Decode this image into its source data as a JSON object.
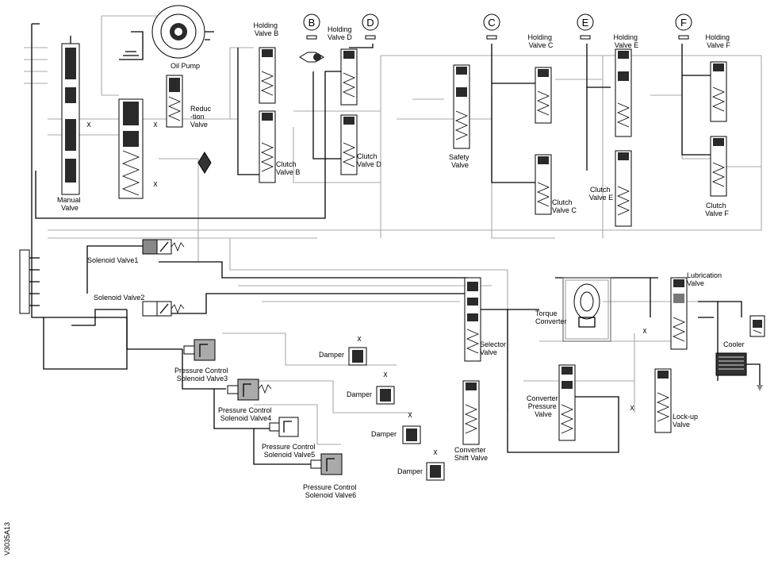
{
  "labels": {
    "oil_pump": "Oil Pump",
    "reduction_valve": "Reduc\n-tion\nValve",
    "manual_valve": "Manual\nValve",
    "holding_valve_b": "Holding\nValve B",
    "holding_valve_d": "Holding\nValve D",
    "clutch_valve_b": "Clutch\nValve B",
    "clutch_valve_d": "Clutch\nValve D",
    "safety_valve": "Safety\nValve",
    "holding_valve_c": "Holding\nValve C",
    "holding_valve_e": "Holding\nValve E",
    "holding_valve_f": "Holding\nValve F",
    "clutch_valve_c": "Clutch\nValve C",
    "clutch_valve_e": "Clutch\nValve E",
    "clutch_valve_f": "Clutch\nValve F",
    "solenoid_valve_1": "Solenoid Valve1",
    "solenoid_valve_2": "Solenoid Valve2",
    "selector_valve": "Selector\nValve",
    "torque_converter": "Torque\nConverter",
    "lubrication_valve": "Lubrication\nValve",
    "cooler": "Cooler",
    "pcsv3": "Pressure Control\nSolenoid Valve3",
    "pcsv4": "Pressure Control\nSolenoid Valve4",
    "pcsv5": "Pressure Control\nSolenoid Valve5",
    "pcsv6": "Pressure Control\nSolenoid Valve6",
    "damper": "Damper",
    "converter_pressure_valve": "Converter\nPressure\nValve",
    "converter_shift_valve": "Converter\nShift Valve",
    "lockup_valve": "Lock-up\nValve"
  },
  "ports": [
    "B",
    "D",
    "C",
    "E",
    "F"
  ],
  "figure_code": "V3035A13"
}
